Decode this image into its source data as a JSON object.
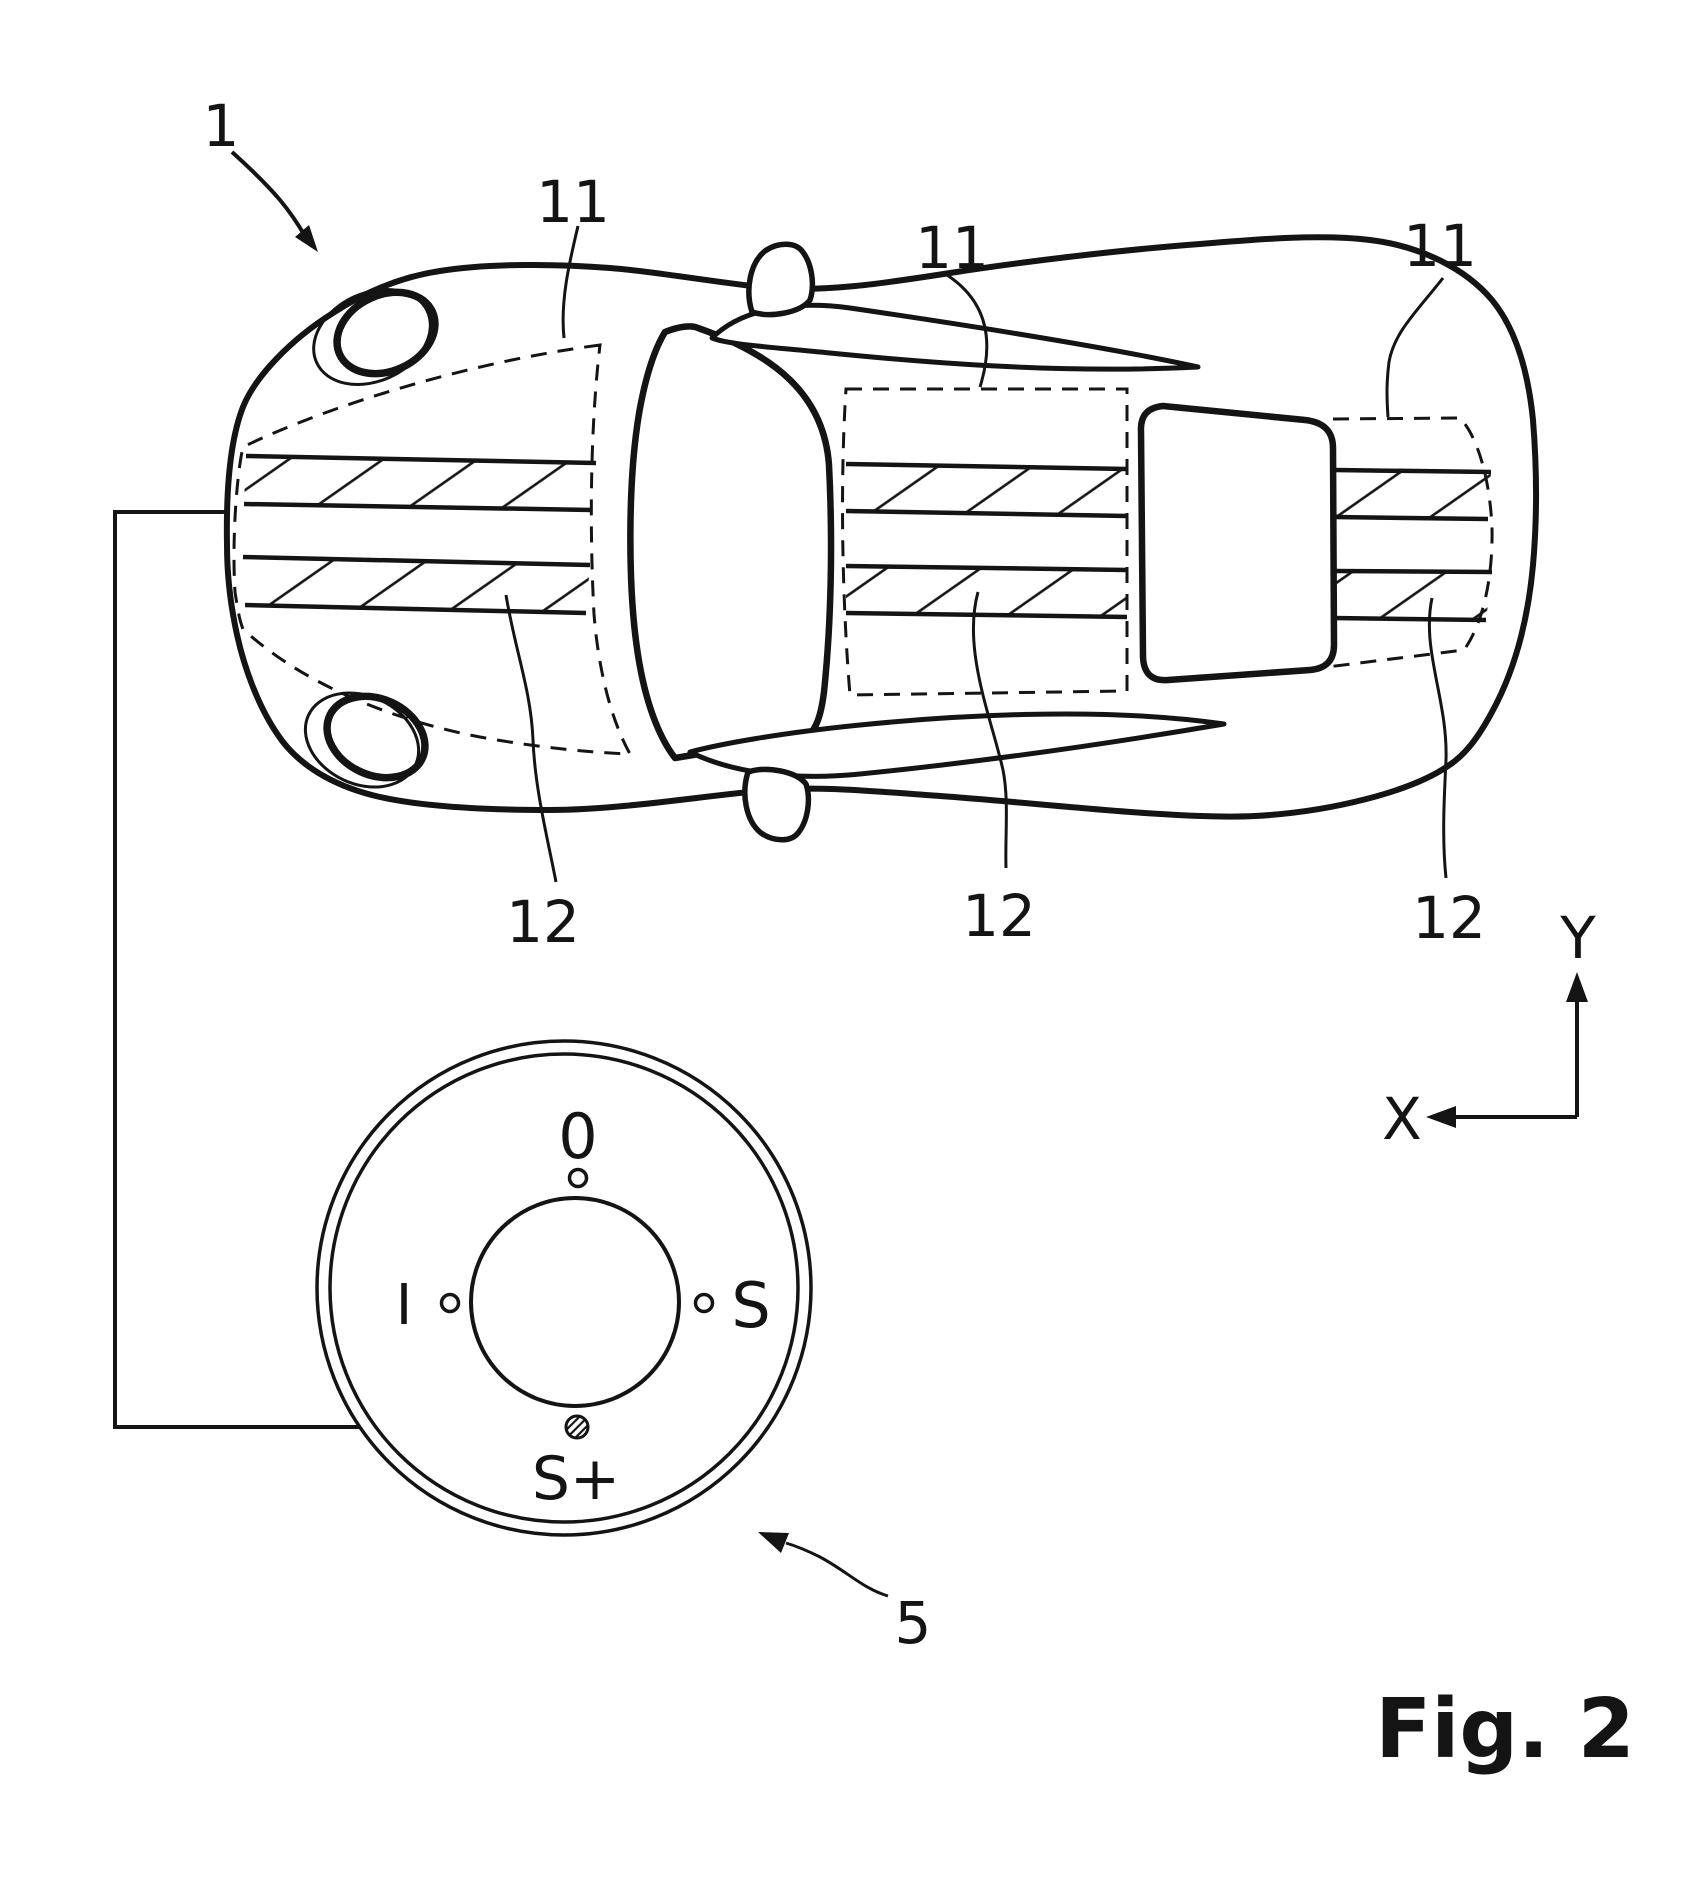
{
  "figure": {
    "background": "#ffffff",
    "line_color": "#141414",
    "caption": "Fig. 2",
    "labels": {
      "car": "1",
      "dial": "5",
      "film_regions": [
        "11",
        "11",
        "11"
      ],
      "stripes": [
        "12",
        "12",
        "12"
      ]
    },
    "axes": {
      "vertical": "Y",
      "horizontal": "X"
    },
    "dial": {
      "positions": [
        {
          "label": "0",
          "placement": "top"
        },
        {
          "label": "I",
          "placement": "left"
        },
        {
          "label": "S",
          "placement": "right"
        },
        {
          "label": "S+",
          "placement": "bottom"
        }
      ]
    }
  }
}
